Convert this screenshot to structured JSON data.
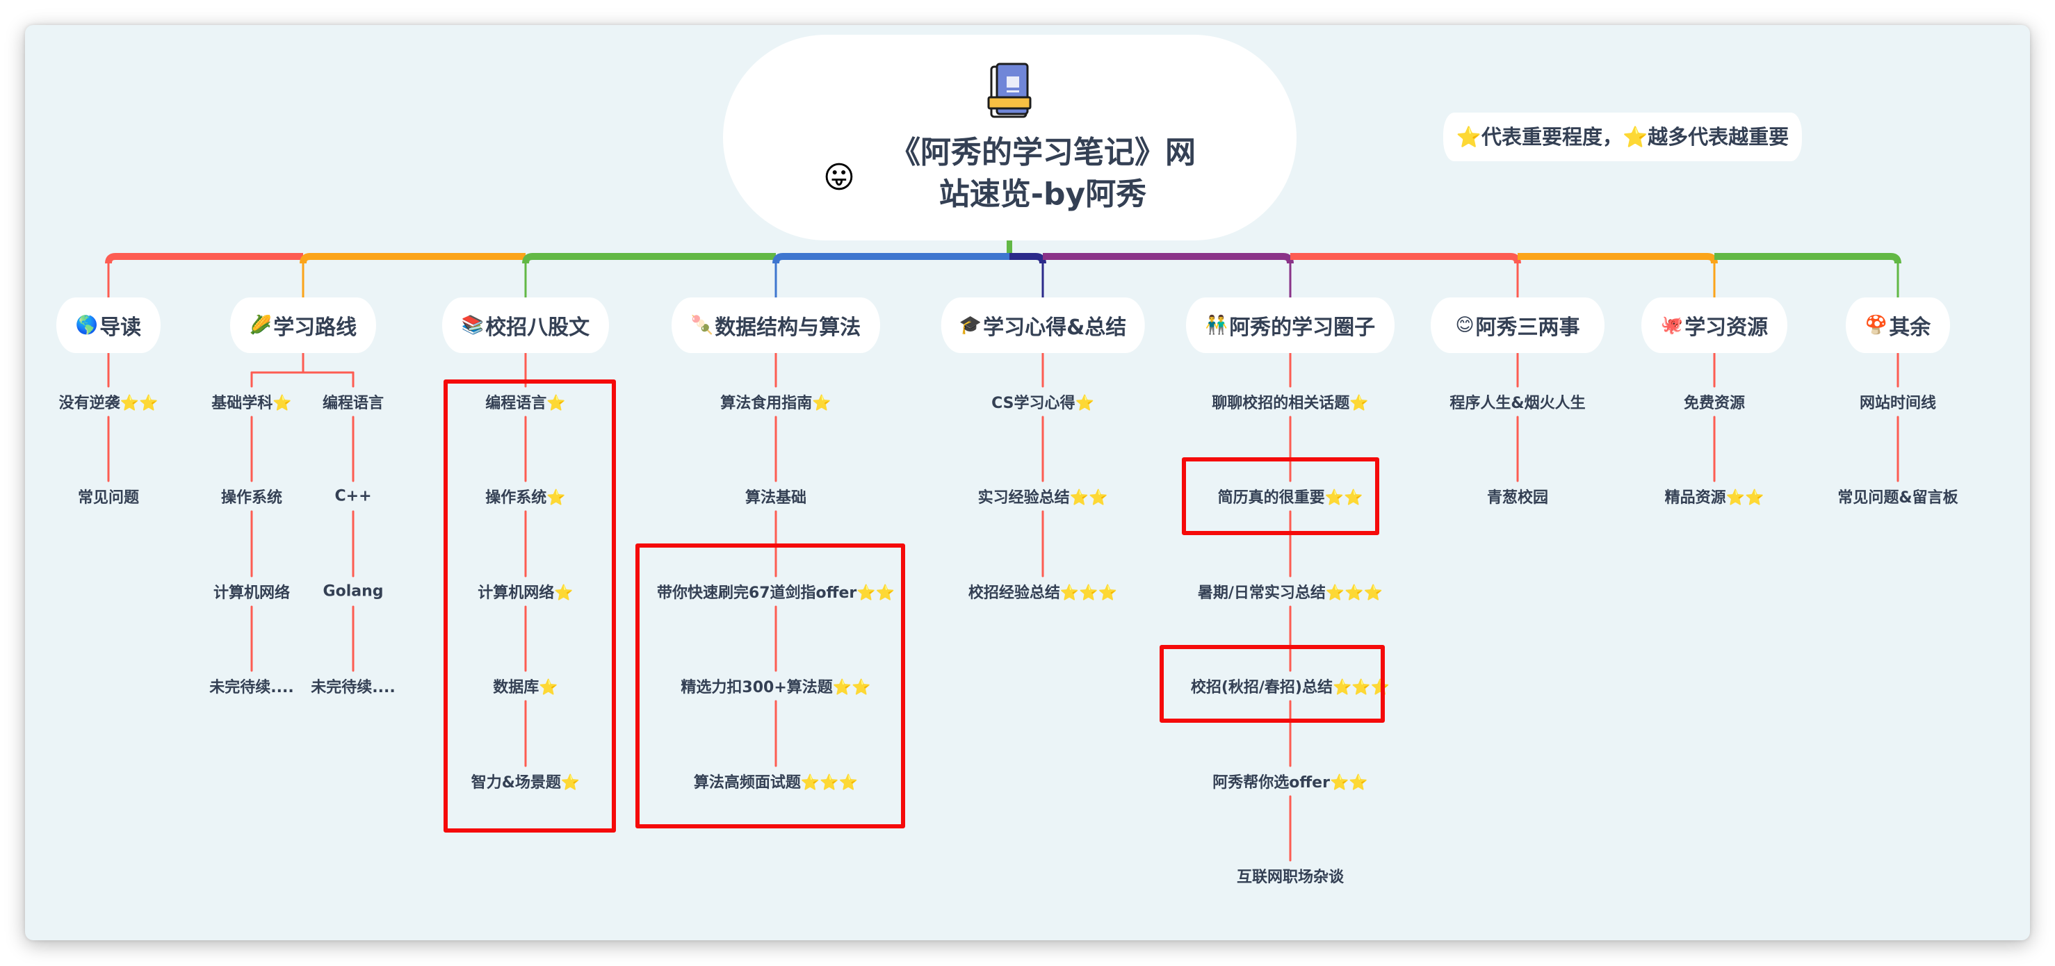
{
  "mindmap": {
    "root": {
      "title_line1": "《阿秀的学习笔记》网",
      "title_line2": "站速览-by阿秀",
      "emoji": "😛",
      "icon": "book-icon"
    },
    "legend": "⭐代表重要程度，⭐越多代表越重要",
    "colors": {
      "background": "#ebf4f7",
      "text": "#344054",
      "leaf_line": "#fd5c52",
      "highlight_box": "#f50a0a"
    },
    "topics": [
      {
        "emoji": "🌎",
        "label": "导读",
        "branch_color": "#fd5c52",
        "columns": [
          [
            "没有逆袭⭐⭐",
            "常见问题"
          ]
        ]
      },
      {
        "emoji": "🌽",
        "label": "学习路线",
        "branch_color": "#fba41a",
        "columns": [
          [
            "基础学科⭐",
            "操作系统",
            "计算机网络",
            "未完待续...."
          ],
          [
            "编程语言",
            "C++",
            "Golang",
            "未完待续...."
          ]
        ]
      },
      {
        "emoji": "📚",
        "label": "校招八股文",
        "branch_color": "#62b845",
        "columns": [
          [
            "编程语言⭐",
            "操作系统⭐",
            "计算机网络⭐",
            "数据库⭐",
            "智力&场景题⭐"
          ]
        ]
      },
      {
        "emoji": "🍡",
        "label": "数据结构与算法",
        "branch_color": "#3e76cf",
        "columns": [
          [
            "算法食用指南⭐",
            "算法基础",
            "带你快速刷完67道剑指offer⭐⭐",
            "精选力扣300+算法题⭐⭐",
            "算法高频面试题⭐⭐⭐"
          ]
        ]
      },
      {
        "emoji": "🎓",
        "label": "学习心得&总结",
        "branch_color": "#2b2a8a",
        "columns": [
          [
            "CS学习心得⭐",
            "实习经验总结⭐⭐",
            "校招经验总结⭐⭐⭐"
          ]
        ]
      },
      {
        "emoji": "👬",
        "label": "阿秀的学习圈子",
        "branch_color": "#8a3388",
        "columns": [
          [
            "聊聊校招的相关话题⭐",
            "简历真的很重要⭐⭐",
            "暑期/日常实习总结⭐⭐⭐",
            "校招(秋招/春招)总结⭐⭐⭐",
            "阿秀帮你选offer⭐⭐",
            "互联网职场杂谈"
          ]
        ]
      },
      {
        "emoji": "😊",
        "label": "阿秀三两事",
        "branch_color": "#fd5c52",
        "columns": [
          [
            "程序人生&烟火人生",
            "青葱校园"
          ]
        ]
      },
      {
        "emoji": "🐙",
        "label": "学习资源",
        "branch_color": "#fba41a",
        "columns": [
          [
            "免费资源",
            "精品资源⭐⭐"
          ]
        ]
      },
      {
        "emoji": "🍄",
        "label": "其余",
        "branch_color": "#62b845",
        "columns": [
          [
            "网站时间线",
            "常见问题&留言板"
          ]
        ]
      }
    ],
    "highlights": [
      {
        "topic": 2,
        "from": 0,
        "to": 4
      },
      {
        "topic": 3,
        "from": 2,
        "to": 4
      },
      {
        "topic": 5,
        "from": 1,
        "to": 1
      },
      {
        "topic": 5,
        "from": 3,
        "to": 3
      }
    ]
  }
}
